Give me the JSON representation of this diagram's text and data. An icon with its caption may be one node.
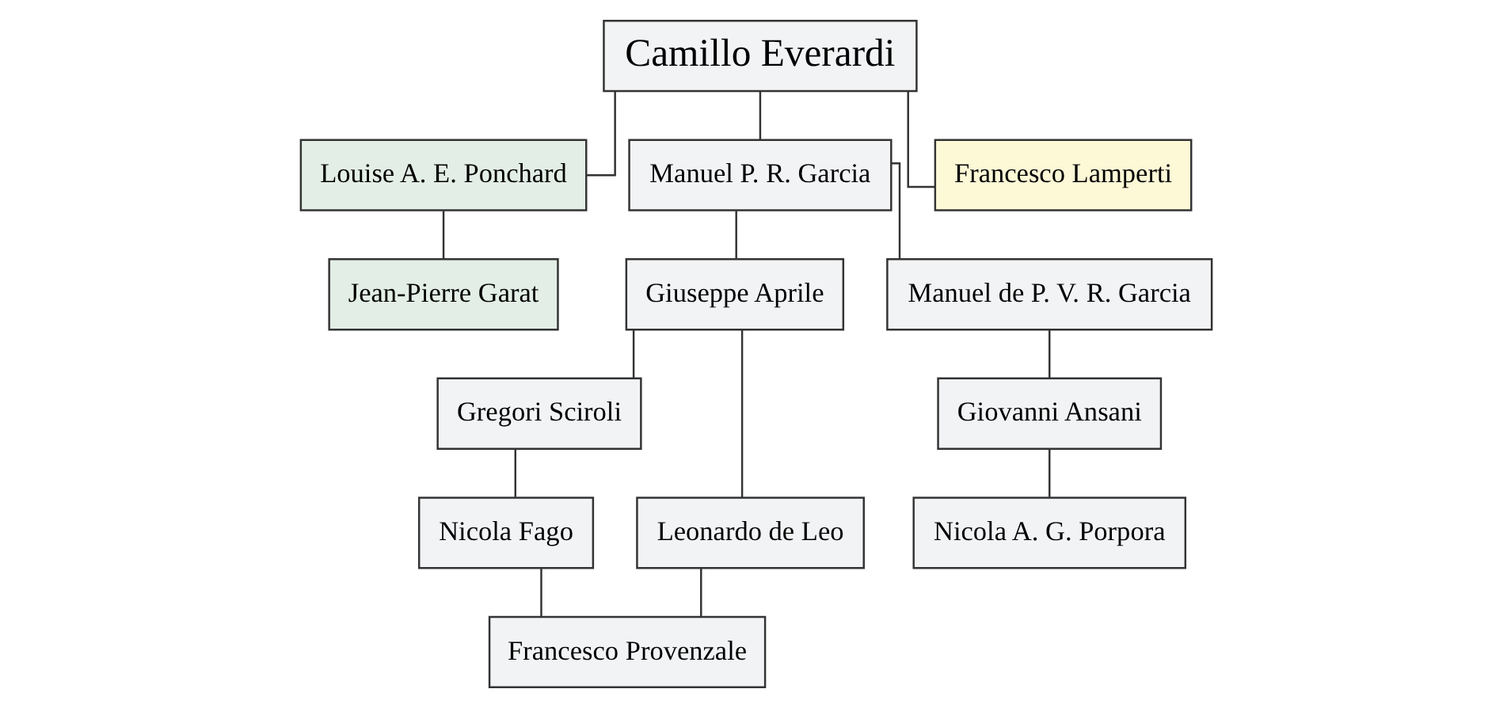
{
  "diagram": {
    "nodes": [
      {
        "text": [
          "Camillo Everardi"
        ]
      },
      {
        "text": [
          "Louise A. E. Ponchard"
        ]
      },
      {
        "text": [
          "Jean-Pierre Garat"
        ]
      },
      {
        "text": [
          "Manuel P. R. Garcia"
        ]
      },
      {
        "text": [
          "Francesco Lamperti"
        ]
      },
      {
        "text": [
          "Giuseppe Aprile"
        ]
      },
      {
        "text": [
          "Manuel de P. V. R. Garcia"
        ]
      },
      {
        "text": [
          "Gregori Sciroli"
        ]
      },
      {
        "text": [
          "Leonardo de Leo"
        ]
      },
      {
        "text": [
          "Giovanni Ansani"
        ]
      },
      {
        "text": [
          "Nicola Fago"
        ]
      },
      {
        "text": [
          "Nicola A. G. Porpora"
        ]
      },
      {
        "text": [
          "Francesco Provenzale"
        ]
      }
    ],
    "edges": [
      {
        "from": 0,
        "to": 1,
        "arrow": "none"
      },
      {
        "from": 0,
        "to": 3,
        "arrow": "none"
      },
      {
        "from": 0,
        "to": 4,
        "arrow": "none"
      },
      {
        "from": 1,
        "to": 2,
        "arrow": "none"
      },
      {
        "from": 3,
        "to": 5,
        "arrow": "none"
      },
      {
        "from": 3,
        "to": 6,
        "arrow": "none"
      },
      {
        "from": 5,
        "to": 7,
        "arrow": "none"
      },
      {
        "from": 5,
        "to": 8,
        "arrow": "none"
      },
      {
        "from": 7,
        "to": 10,
        "arrow": "none"
      },
      {
        "from": 8,
        "to": 12,
        "arrow": "none"
      },
      {
        "from": 10,
        "to": 12,
        "arrow": "none"
      },
      {
        "from": 6,
        "to": 9,
        "arrow": "none"
      },
      {
        "from": 9,
        "to": 11,
        "arrow": "none"
      }
    ]
  }
}
